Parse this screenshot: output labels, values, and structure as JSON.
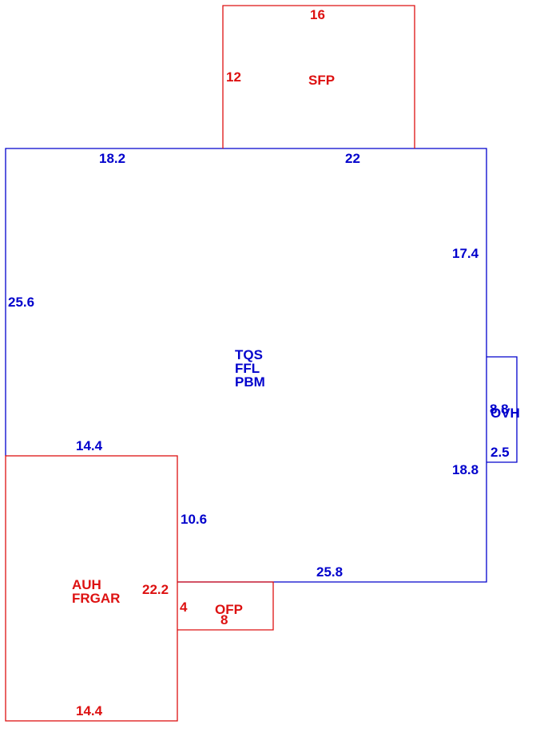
{
  "colors": {
    "main_area": "#0000cc",
    "secondary_area": "#dd1111"
  },
  "areas": {
    "main": {
      "codes": [
        "TQS",
        "FFL",
        "PBM"
      ]
    },
    "sfp": {
      "code": "SFP"
    },
    "garage": {
      "codes": [
        "AUH",
        "FRGAR"
      ]
    },
    "ofp": {
      "code": "OFP"
    },
    "ovh": {
      "code": "OVH"
    }
  },
  "dimensions": {
    "sfp_top": "16",
    "sfp_left": "12",
    "main_top_left": "18.2",
    "main_top_right": "22",
    "main_left": "25.6",
    "main_right_upper": "17.4",
    "main_right_lower": "18.8",
    "main_bottom": "25.8",
    "main_inner_step": "14.4",
    "main_inner_vertical": "10.6",
    "ovh_height": "8.8",
    "ovh_width": "2.5",
    "garage_right": "22.2",
    "garage_bottom": "14.4",
    "ofp_height": "4",
    "ofp_width": "8"
  }
}
